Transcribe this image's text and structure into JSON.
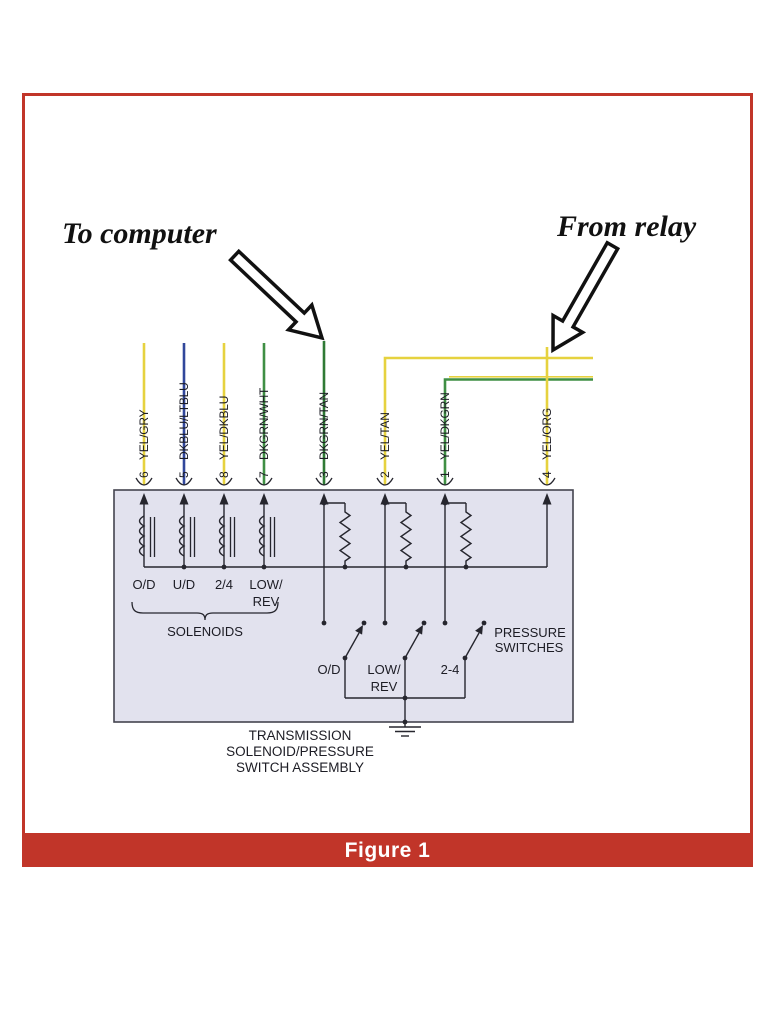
{
  "figure": {
    "caption": "Figure 1",
    "bar_color": "#c13529",
    "frame_color": "#c13529"
  },
  "annotations": {
    "to_computer": "To computer",
    "from_relay": "From relay"
  },
  "diagram": {
    "box_fill": "#e2e2ee",
    "colors": {
      "yellow": "#e6d23f",
      "green": "#3f8f44",
      "dark_green": "#2f7a35",
      "blue": "#31479b"
    },
    "pins": [
      {
        "num": "6",
        "wire": "YEL/GRY",
        "color": "#e6d23f"
      },
      {
        "num": "5",
        "wire": "DKBLU/LTBLU",
        "color": "#31479b"
      },
      {
        "num": "8",
        "wire": "YEL/DKBLU",
        "color": "#e6d23f"
      },
      {
        "num": "7",
        "wire": "DKGRN/WHT",
        "color": "#3f8f44"
      },
      {
        "num": "3",
        "wire": "DKGRN/TAN",
        "color": "#2f7a35"
      },
      {
        "num": "2",
        "wire": "YEL/TAN",
        "color": "#e6d23f"
      },
      {
        "num": "1",
        "wire": "YEL/DKGRN",
        "color": "#3f8f44"
      },
      {
        "num": "4",
        "wire": "YEL/ORG",
        "color": "#e6d23f"
      }
    ],
    "solenoid_labels": [
      [
        "O/D"
      ],
      [
        "U/D"
      ],
      [
        "2/4"
      ],
      [
        "LOW/",
        "REV"
      ]
    ],
    "switch_labels": [
      [
        "O/D"
      ],
      [
        "LOW/",
        "REV"
      ],
      [
        "2-4"
      ]
    ],
    "groups": {
      "solenoids": "SOLENOIDS",
      "pressure_switches": [
        "PRESSURE",
        "SWITCHES"
      ]
    },
    "assembly_caption": [
      "TRANSMISSION",
      "SOLENOID/PRESSURE",
      "SWITCH ASSEMBLY"
    ]
  }
}
